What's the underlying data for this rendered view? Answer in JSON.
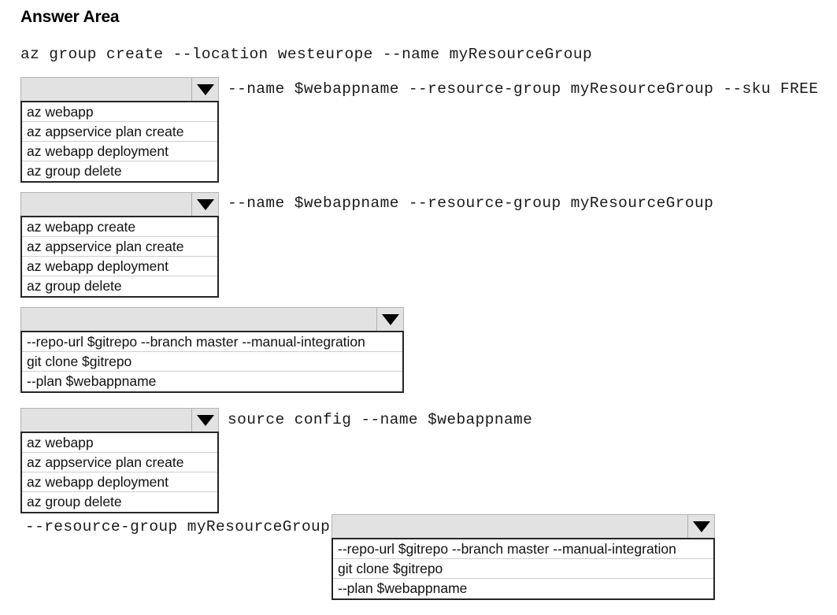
{
  "heading": "Answer Area",
  "commands": {
    "line1": "az group create --location westeurope --name myResourceGroup",
    "line2": "--name $webappname --resource-group myResourceGroup --sku FREE",
    "line3": "--name $webappname --resource-group myResourceGroup",
    "line4": "source config --name $webappname",
    "line5": "--resource-group myResourceGroup"
  },
  "dropdowns": [
    {
      "id": "dropdown-1",
      "selected": "",
      "options": [
        "az webapp",
        "az appservice plan create",
        "az webapp deployment",
        "az group delete"
      ]
    },
    {
      "id": "dropdown-2",
      "selected": "",
      "options": [
        "az webapp create",
        "az appservice plan create",
        "az webapp deployment",
        "az group delete"
      ]
    },
    {
      "id": "dropdown-3",
      "selected": "",
      "options": [
        "--repo-url $gitrepo --branch master --manual-integration",
        "git clone $gitrepo",
        "--plan $webappname"
      ]
    },
    {
      "id": "dropdown-4",
      "selected": "",
      "options": [
        "az webapp",
        "az appservice plan create",
        "az webapp deployment",
        "az group delete"
      ]
    },
    {
      "id": "dropdown-5",
      "selected": "",
      "options": [
        "--repo-url $gitrepo  --branch master --manual-integration",
        "git clone $gitrepo",
        "--plan $webappname"
      ]
    }
  ],
  "icons": {
    "dropdown_arrow": "chevron-down-icon"
  },
  "colors": {
    "combo_fill": "#e2e2e2",
    "combo_border": "#b4b4b4",
    "list_border": "#262626",
    "text": "#111111",
    "background": "#ffffff"
  }
}
